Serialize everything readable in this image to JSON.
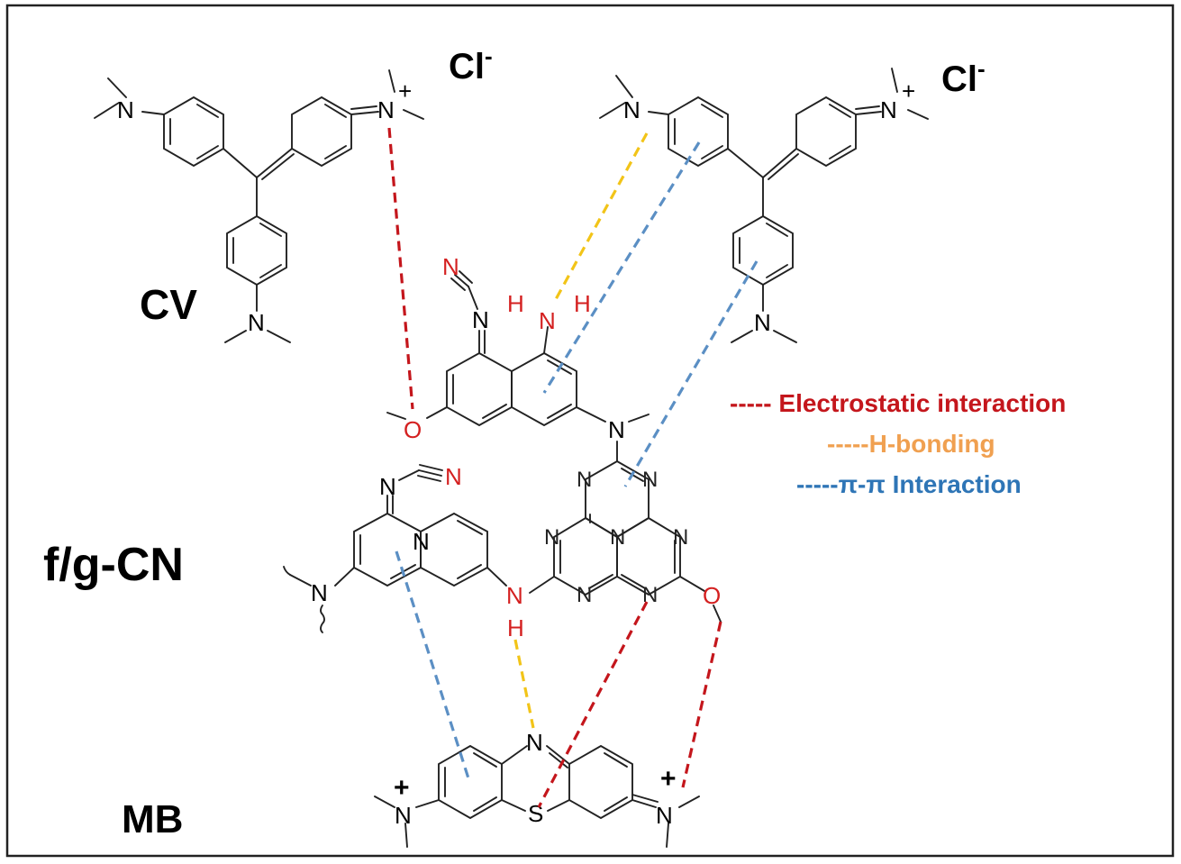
{
  "labels": {
    "cv": "CV",
    "fgcn": "f/g-CN",
    "mb": "MB",
    "counterion_left": "Cl",
    "counterion_right": "Cl",
    "counterion_charge": "-"
  },
  "legend": [
    {
      "text": "----- Electrostatic interaction",
      "color": "#c4161c"
    },
    {
      "text": "-----H-bonding",
      "color": "#f0a050"
    },
    {
      "text": "-----π-π Interaction",
      "color": "#2e75b6"
    }
  ],
  "atoms": {
    "n": "N",
    "nplus_charge": "+",
    "h": "H",
    "o": "O",
    "s": "S"
  },
  "colors": {
    "electrostatic": "#c4161c",
    "hbond": "#f2c418",
    "pipi": "#5b8fc4",
    "heteroatom_red": "#d42020",
    "border": "#222222"
  }
}
